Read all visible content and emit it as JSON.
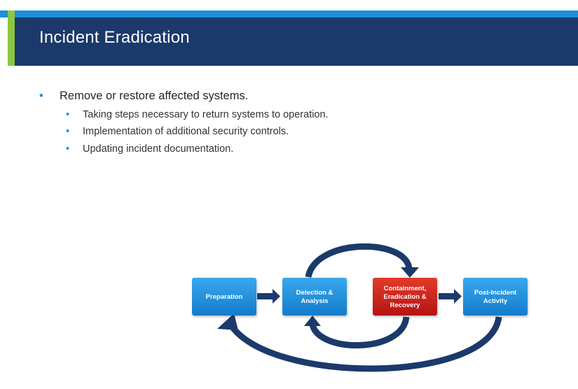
{
  "slide": {
    "title": "Incident Eradication"
  },
  "bullets": {
    "main": "Remove or restore affected systems.",
    "sub": [
      "Taking steps necessary to return systems to operation.",
      "Implementation of additional security controls.",
      "Updating incident documentation."
    ]
  },
  "diagram": {
    "nodes": [
      {
        "lines": [
          "Preparation"
        ],
        "color": "#1e8fd8",
        "highlight": false
      },
      {
        "lines": [
          "Detection &",
          "Analysis"
        ],
        "color": "#1e8fd8",
        "highlight": false
      },
      {
        "lines": [
          "Containment,",
          "Eradication &",
          "Recovery"
        ],
        "color": "#c81e1e",
        "highlight": true
      },
      {
        "lines": [
          "Post-Incident",
          "Activity"
        ],
        "color": "#1e8fd8",
        "highlight": false
      }
    ],
    "arrow_color": "#1b3a6b"
  },
  "colors": {
    "title_bar": "#1b3a6b",
    "top_stripe": "#1e8fd8",
    "accent": "#8dc63f",
    "bullet": "#1e8fd8"
  }
}
